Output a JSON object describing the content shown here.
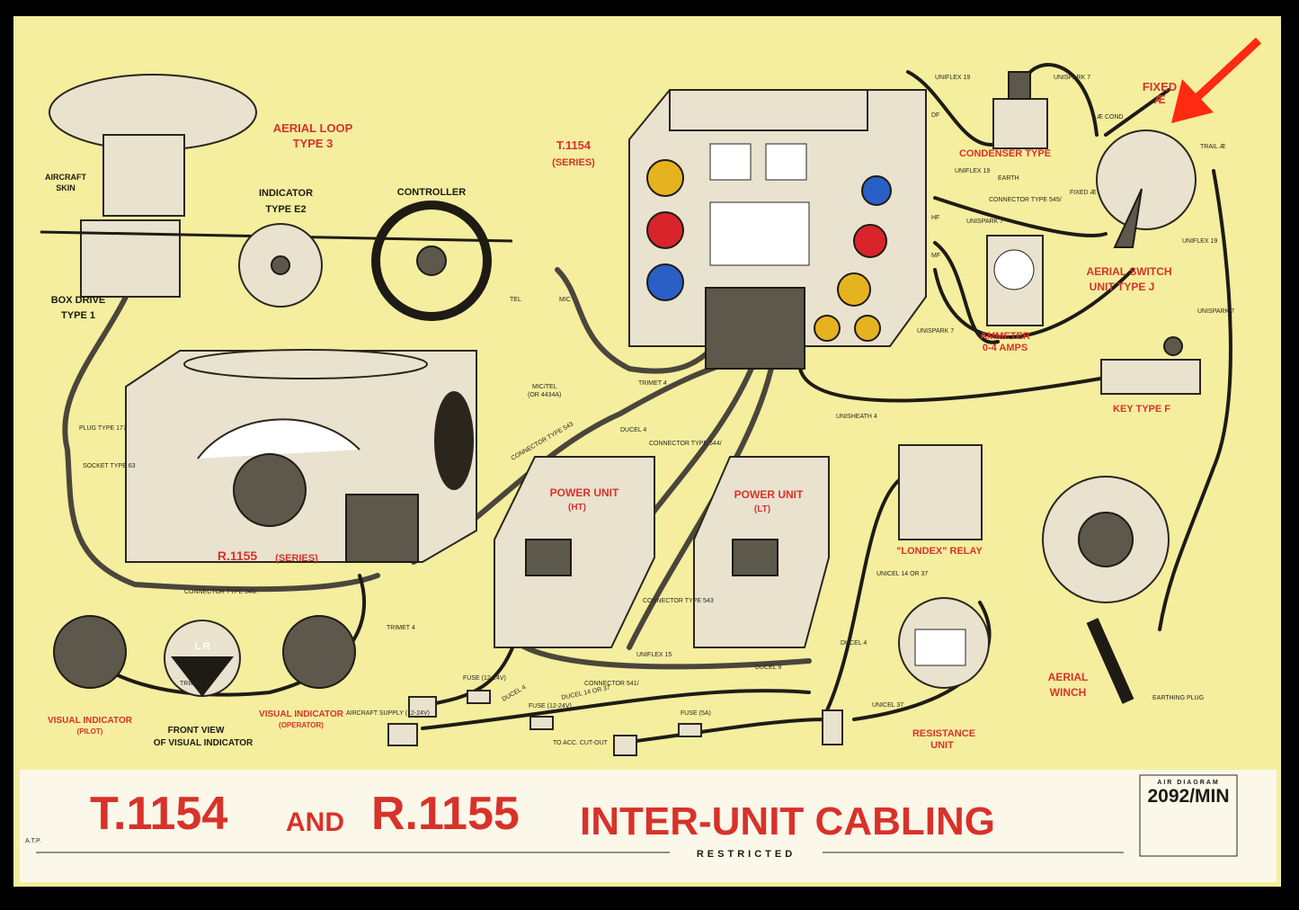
{
  "title": {
    "t1154": "T.1154",
    "and": "AND",
    "r1155": "R.1155",
    "rest": "INTER-UNIT CABLING",
    "restricted": "RESTRICTED",
    "atp": "A.T.P."
  },
  "diagram_box": {
    "header": "AIR DIAGRAM",
    "number": "2092/MIN"
  },
  "colors": {
    "poster": "#f4ee9e",
    "label_red": "#d8322a",
    "arrow": "#ff2a10",
    "band": "#fbf8ea"
  },
  "components": {
    "aerial_loop": [
      "AERIAL LOOP",
      "TYPE 3"
    ],
    "aircraft_skin": [
      "AIRCRAFT",
      "SKIN"
    ],
    "indicator": [
      "INDICATOR",
      "TYPE E2"
    ],
    "controller": "CONTROLLER",
    "box_drive": [
      "BOX DRIVE",
      "TYPE 1"
    ],
    "t1154": [
      "T.1154",
      "(SERIES)"
    ],
    "condenser": "CONDENSER TYPE",
    "fixed_ae": [
      "FIXED",
      "Æ"
    ],
    "aerial_switch": [
      "AERIAL SWITCH",
      "UNIT TYPE J"
    ],
    "ammeter": [
      "AMMETER",
      "0-4 AMPS"
    ],
    "key": "KEY TYPE F",
    "r1155": "R.1155",
    "r1155_series": "(SERIES)",
    "power_ht": [
      "POWER UNIT",
      "(HT)"
    ],
    "power_lt": [
      "POWER UNIT",
      "(LT)"
    ],
    "relay": "\"LONDEX\" RELAY",
    "resistance": [
      "RESISTANCE",
      "UNIT"
    ],
    "winch": [
      "AERIAL",
      "WINCH"
    ],
    "vi_pilot": [
      "VISUAL INDICATOR",
      "(PILOT)"
    ],
    "vi_operator": [
      "VISUAL INDICATOR",
      "(OPERATOR)"
    ],
    "front_view": [
      "FRONT VIEW",
      "OF VISUAL INDICATOR"
    ]
  },
  "cable_labels": {
    "uniflex19a": "UNIFLEX 19",
    "unispark7a": "UNISPARK 7",
    "ae_cond": "Æ COND",
    "trail": "TRAIL Æ",
    "earth": "EARTH",
    "uniflex19b": "UNIFLEX 19",
    "conn545": "CONNECTOR TYPE 545/",
    "df": "DF",
    "hf": "HF",
    "mf": "MF",
    "fixed_small": "FIXED Æ",
    "unispark7b": "UNISPARK 7",
    "unispark7c": "UNISPARK 7",
    "unispark7d": "UNISPARK 7",
    "uniflex19c": "UNIFLEX 19",
    "tel": "TEL",
    "mic": "MIC",
    "mictel": "MIC/TEL",
    "mictel2": "(OR 4434A)",
    "trimet4a": "TRIMET 4",
    "unisheath": "UNISHEATH 4",
    "conn543a": "CONNECTOR TYPE 543",
    "ducel4a": "DUCEL 4",
    "conn544": "CONNECTOR TYPE 544/",
    "plug": "PLUG TYPE 177",
    "socket": "SOCKET TYPE 63",
    "conn546": "CONNECTOR TYPE 546/",
    "trimet4b": "TRIMET 4",
    "trimet4c": "TRIMET 4",
    "conn543b": "CONNECTOR TYPE 543",
    "uniflex15": "UNIFLEX 15",
    "conn541": "CONNECTOR 541/",
    "ducel9": "DUCEL 9",
    "ducel4b": "DUCEL 4",
    "unicel": "UNICEL 14 OR 37",
    "unicel37": "UNICEL 37",
    "fuse1": "FUSE (12-24V)",
    "fuse2": "FUSE (12-24V)",
    "fuse3": "FUSE (5A)",
    "supply": "AIRCRAFT SUPPLY (12-24V)",
    "ducel14": "DUCEL 14 OR 37",
    "ducel4c": "DUCEL 4",
    "acc": "TO ACC. CUT-OUT",
    "earthing": "EARTHING PLUG",
    "lr": "L R"
  }
}
